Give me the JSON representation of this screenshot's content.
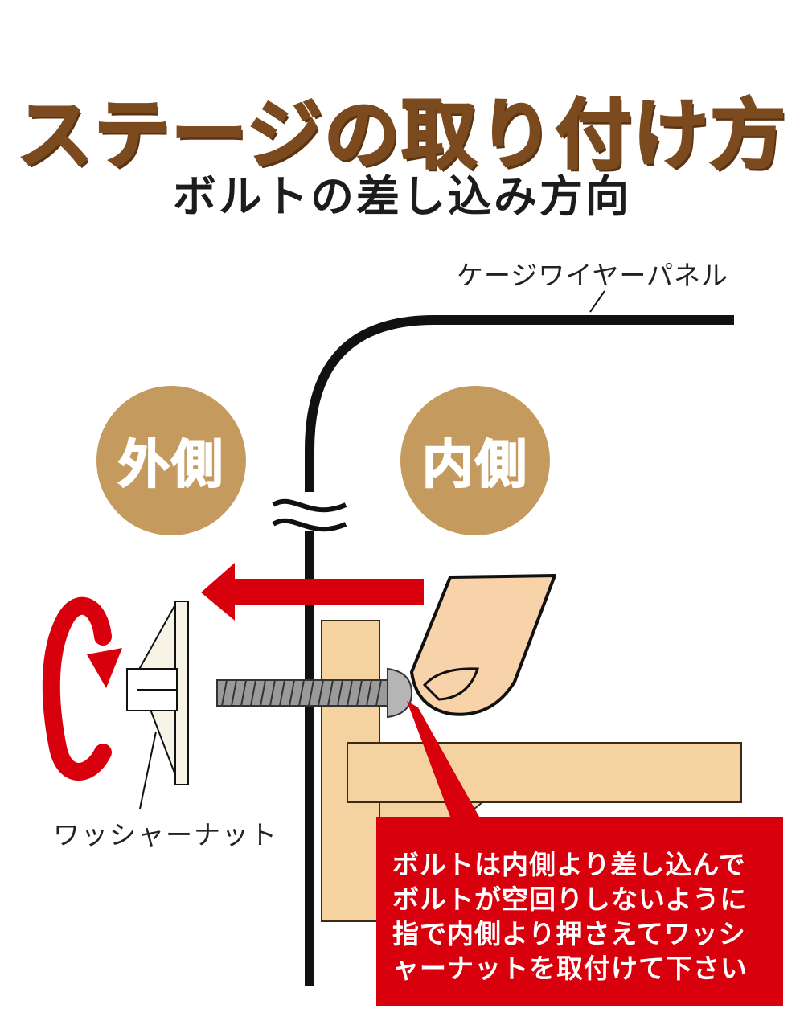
{
  "header": {
    "title": "ステージの取り付け方",
    "subtitle": "ボルトの差し込み方向"
  },
  "labels": {
    "panel": "ケージワイヤーパネル",
    "washer_nut": "ワッシャーナット"
  },
  "badges": {
    "outside": "外側",
    "inside": "内側"
  },
  "note": {
    "lines": [
      "ボルトは内側より差し込んで",
      "ボルトが空回りしないように",
      "指で内側より押さえてワッシ",
      "ャーナットを取付けて下さい"
    ]
  },
  "colors": {
    "title": "#7b4a1e",
    "badge": "#c49a5e",
    "arrow": "#d9000d",
    "note_bg": "#d9000d",
    "wood": "#f5d3a1",
    "finger": "#f8d2a8"
  }
}
